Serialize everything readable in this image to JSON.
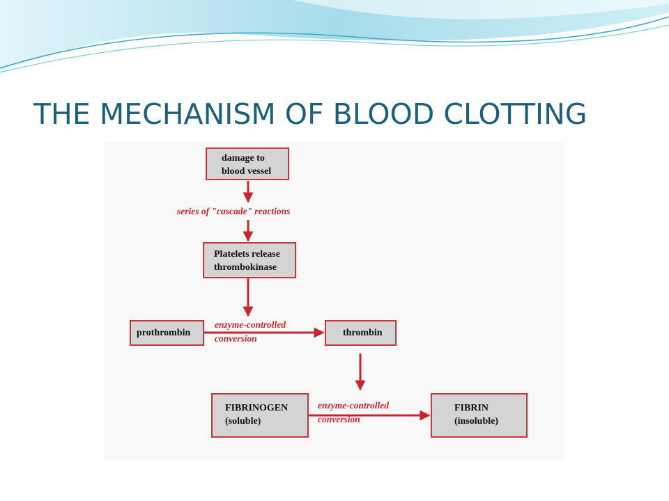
{
  "slide": {
    "title": "THE MECHANISM OF BLOOD CLOTTING"
  },
  "colors": {
    "title": "#1b5f78",
    "arrow": "#c8262c",
    "box_fill": "#d4d4d4",
    "box_border": "#c8363a",
    "swoosh_light": "#bfe8f2",
    "swoosh_dark": "#4fb9d0"
  },
  "diagram": {
    "damage": {
      "line1": "damage to",
      "line2": "blood vessel"
    },
    "cascade_label": "series of \"cascade\" reactions",
    "platelets": {
      "line1": "Platelets release",
      "line2": "thrombokinase"
    },
    "prothrombin": "prothrombin",
    "conversion1": {
      "line1": "enzyme-controlled",
      "line2": "conversion"
    },
    "thrombin": "thrombin",
    "fibrinogen": {
      "line1": "FIBRINOGEN",
      "line2": "(soluble)"
    },
    "conversion2": {
      "line1": "enzyme-controlled",
      "line2": "conversion"
    },
    "fibrin": {
      "line1": "FIBRIN",
      "line2": "(insoluble)"
    }
  }
}
